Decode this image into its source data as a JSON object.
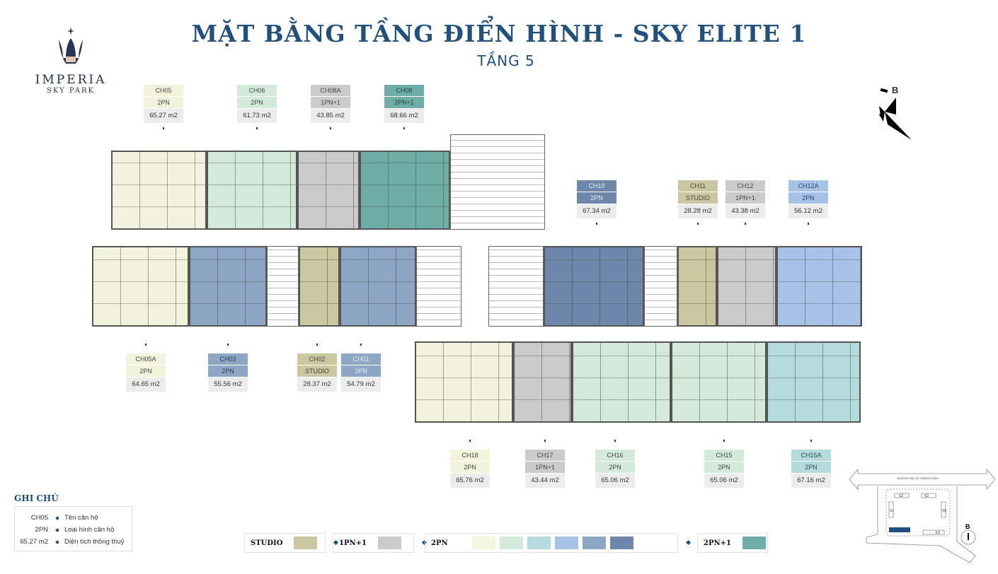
{
  "header": {
    "title": "MẶT BẰNG TẦNG ĐIỂN HÌNH - SKY ELITE 1",
    "subtitle": "TẦNG 5"
  },
  "logo": {
    "brand": "IMPERIA",
    "sub": "SKY PARK"
  },
  "compass": {
    "label": "B"
  },
  "units": [
    {
      "id": "CH05",
      "type": "2PN",
      "area": "65.27 m2",
      "color": "#f1f3dc",
      "text": "#444"
    },
    {
      "id": "CH06",
      "type": "2PN",
      "area": "61.73 m2",
      "color": "#d3eadb",
      "text": "#444"
    },
    {
      "id": "CH08A",
      "type": "1PN+1",
      "area": "43.85 m2",
      "color": "#cbcbcb",
      "text": "#444"
    },
    {
      "id": "CH08",
      "type": "2PN+1",
      "area": "68.66 m2",
      "color": "#6eaea6",
      "text": "#1e3f3c"
    },
    {
      "id": "CH10",
      "type": "2PN",
      "area": "67.34 m2",
      "color": "#6e88ab",
      "text": "#e8eef6"
    },
    {
      "id": "CH11",
      "type": "STUDIO",
      "area": "28.28 m2",
      "color": "#cbc7a0",
      "text": "#444"
    },
    {
      "id": "CH12",
      "type": "1PN+1",
      "area": "43.38 m2",
      "color": "#cbcbcb",
      "text": "#444"
    },
    {
      "id": "CH12A",
      "type": "2PN",
      "area": "56.12 m2",
      "color": "#a6c2e6",
      "text": "#2c4565"
    },
    {
      "id": "CH05A",
      "type": "2PN",
      "area": "64.65 m2",
      "color": "#f1f3dc",
      "text": "#444"
    },
    {
      "id": "CH03",
      "type": "2PN",
      "area": "55.56 m2",
      "color": "#8da6c3",
      "text": "#2c3b52"
    },
    {
      "id": "CH02",
      "type": "STUDIO",
      "area": "28.37 m2",
      "color": "#cbc7a0",
      "text": "#444"
    },
    {
      "id": "CH01",
      "type": "2PN",
      "area": "54.79 m2",
      "color": "#8da6c3",
      "text": "#e8eef6"
    },
    {
      "id": "CH18",
      "type": "2PN",
      "area": "65.76 m2",
      "color": "#f1f3dc",
      "text": "#444"
    },
    {
      "id": "CH17",
      "type": "1PN+1",
      "area": "43.44 m2",
      "color": "#cbcbcb",
      "text": "#444"
    },
    {
      "id": "CH16",
      "type": "2PN",
      "area": "65.06 m2",
      "color": "#d3eadb",
      "text": "#444"
    },
    {
      "id": "CH15",
      "type": "2PN",
      "area": "65.06 m2",
      "color": "#d3eadb",
      "text": "#444"
    },
    {
      "id": "CH15A",
      "type": "2PN",
      "area": "67.16 m2",
      "color": "#b4dbdc",
      "text": "#2b4d4e"
    }
  ],
  "notes": {
    "title": "GHI CHÚ",
    "rows": [
      {
        "key": "CH05",
        "value": "Tên căn hộ"
      },
      {
        "key": "2PN",
        "value": "Loại hình căn hộ"
      },
      {
        "key": "65.27 m2",
        "value": "Diện tích thông thuỷ"
      }
    ]
  },
  "legend": [
    {
      "label": "STUDIO",
      "colors": [
        "#cbc7a0"
      ]
    },
    {
      "label": "1PN+1",
      "colors": [
        "#cbcbcb"
      ]
    },
    {
      "label": "2PN",
      "colors": [
        "#f4f6df",
        "#d3eadb",
        "#b4dbdc",
        "#a6c2e6",
        "#8da6c3",
        "#6e88ab"
      ]
    },
    {
      "label": "2PN+1",
      "colors": [
        "#6eaea6"
      ]
    }
  ],
  "site_map": {
    "road": "ĐƯỜNG ĐẠI LỘ THĂNG LONG",
    "buildings": [
      "S1",
      "S2",
      "S3",
      "S5",
      "E2"
    ],
    "highlight": "#1f4e86",
    "compass": "B"
  }
}
